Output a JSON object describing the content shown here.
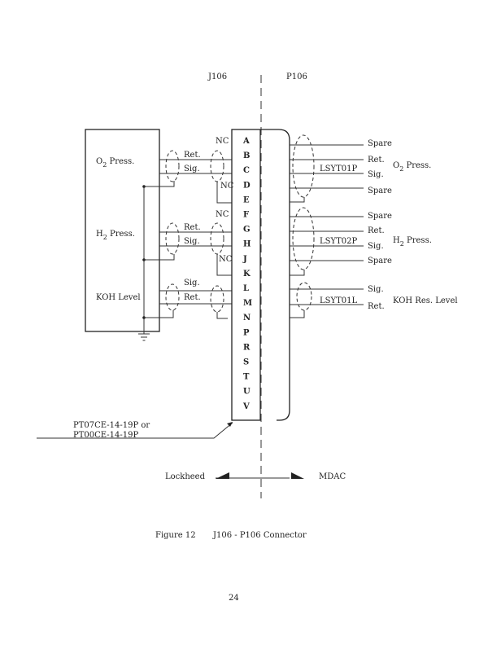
{
  "connector": {
    "left_label": "J106",
    "right_label": "P106",
    "pins": [
      "A",
      "B",
      "C",
      "D",
      "E",
      "F",
      "G",
      "H",
      "J",
      "K",
      "L",
      "M",
      "N",
      "P",
      "R",
      "S",
      "T",
      "U",
      "V"
    ]
  },
  "left_side": {
    "sensors": [
      {
        "name": "O",
        "sub": "2",
        "suffix": " Press.",
        "wires": [
          "Ret.",
          "Sig."
        ]
      },
      {
        "name": "H",
        "sub": "2",
        "suffix": " Press.",
        "wires": [
          "Ret.",
          "Sig."
        ]
      },
      {
        "name": "KOH Level",
        "sub": "",
        "suffix": "",
        "wires": [
          "Sig.",
          "Ret."
        ]
      }
    ],
    "nc_labels": [
      "NC",
      "NC",
      "NC",
      "NC"
    ]
  },
  "right_side": {
    "groups": [
      {
        "id": "LSYT01P",
        "wires": [
          "Spare",
          "Ret.",
          "Sig.",
          "Spare"
        ],
        "desc_main": "O",
        "desc_sub": "2",
        "desc_suffix": " Press."
      },
      {
        "id": "LSYT02P",
        "wires": [
          "Spare",
          "Ret.",
          "Sig.",
          "Spare"
        ],
        "desc_main": "H",
        "desc_sub": "2",
        "desc_suffix": " Press."
      },
      {
        "id": "LSYT01L",
        "wires": [
          "Sig.",
          "Ret."
        ],
        "desc_main": "KOH Res. Level",
        "desc_sub": "",
        "desc_suffix": ""
      }
    ]
  },
  "part_number": {
    "line1": "PT07CE-14-19P or",
    "line2": "PT00CE-14-19P"
  },
  "interface": {
    "left": "Lockheed",
    "right": "MDAC"
  },
  "caption": {
    "figure": "Figure 12",
    "title": "J106 - P106 Connector"
  },
  "page_number": "24"
}
